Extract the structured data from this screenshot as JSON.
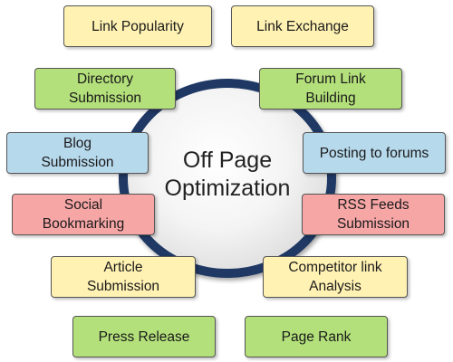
{
  "hub": {
    "label": "Off Page\nOptimization"
  },
  "colors": {
    "yellow": "#fff2b3",
    "green": "#b3e07a",
    "blue": "#b7d9ec",
    "red": "#f7a6a6",
    "ring": "#1f3864"
  },
  "nodes": {
    "link_popularity": "Link Popularity",
    "link_exchange": "Link Exchange",
    "directory_submission": "Directory\nSubmission",
    "forum_link_building": "Forum Link\nBuilding",
    "blog_submission": "Blog\nSubmission",
    "posting_to_forums": "Posting to forums",
    "social_bookmarking": "Social\nBookmarking",
    "rss_feeds_submission": "RSS Feeds\nSubmission",
    "article_submission": "Article\nSubmission",
    "competitor_link_analysis": "Competitor link\nAnalysis",
    "press_release": "Press Release",
    "page_rank": "Page Rank"
  }
}
